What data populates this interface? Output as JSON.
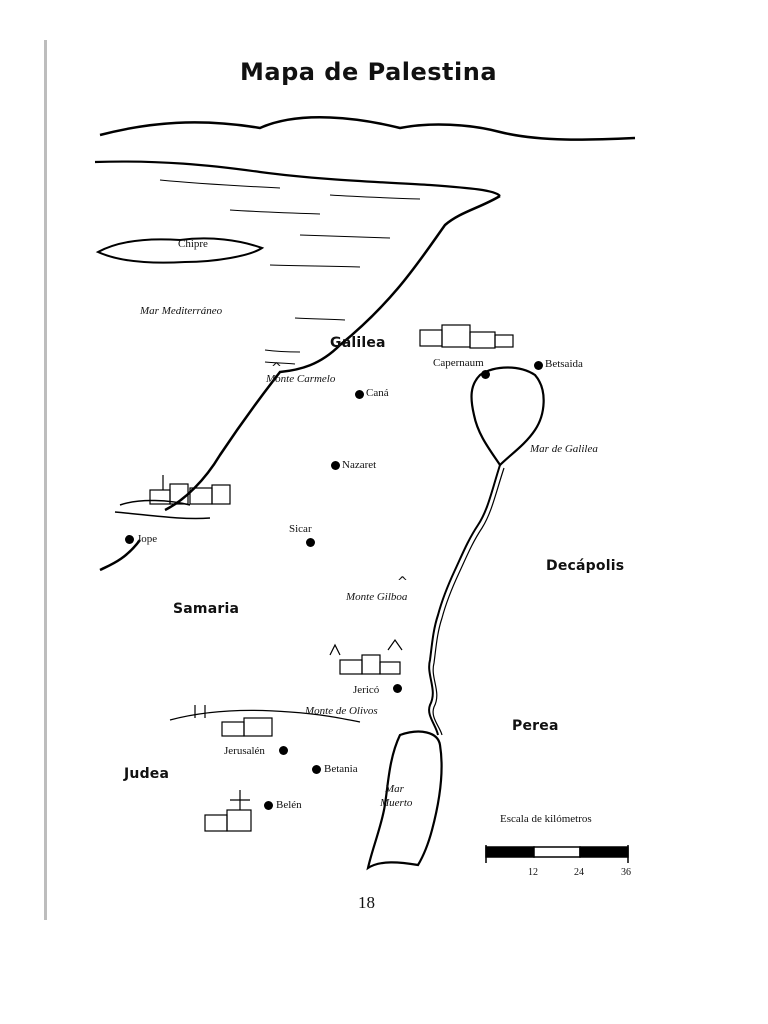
{
  "title": "Mapa de Palestina",
  "page_number": "18",
  "regions": {
    "galilea": "Galilea",
    "samaria": "Samaria",
    "judea": "Judea",
    "decapolis": "Decápolis",
    "perea": "Perea"
  },
  "water": {
    "mediterraneo": "Mar Mediterráneo",
    "galilea": "Mar de Galilea",
    "muerto_1": "Mar",
    "muerto_2": "Muerto"
  },
  "island": "Chipre",
  "mountains": {
    "carmelo": "Monte Carmelo",
    "gilboa": "Monte Gilboa",
    "olivos": "Monte de Olivos",
    "symbol": "^"
  },
  "cities": {
    "capernaum": "Capernaum",
    "betsaida": "Betsaida",
    "cana": "Caná",
    "nazaret": "Nazaret",
    "sicar": "Sicar",
    "jope": "Jope",
    "jerico": "Jericó",
    "jerusalen": "Jerusalén",
    "betania": "Betania",
    "belen": "Belén"
  },
  "scale": {
    "title": "Escala de kilómetros",
    "ticks": [
      "12",
      "24",
      "36"
    ]
  }
}
